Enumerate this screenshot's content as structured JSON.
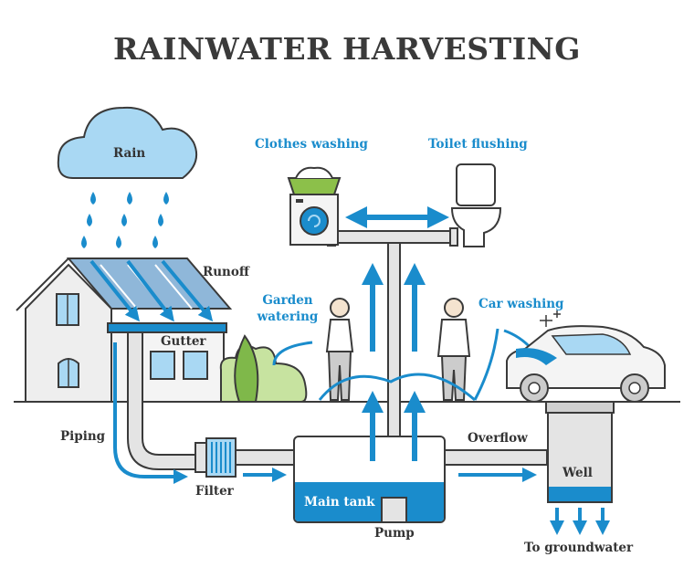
{
  "title": "RAINWATER HARVESTING",
  "labels": {
    "rain": "Rain",
    "runoff": "Runoff",
    "gutter": "Gutter",
    "piping": "Piping",
    "filter": "Filter",
    "main_tank": "Main tank",
    "pump": "Pump",
    "overflow": "Overflow",
    "well": "Well",
    "to_groundwater": "To groundwater",
    "clothes_washing": "Clothes washing",
    "toilet_flushing": "Toilet flushing",
    "garden_watering_1": "Garden",
    "garden_watering_2": "watering",
    "car_washing": "Car washing"
  },
  "colors": {
    "water_blue": "#1a8ccc",
    "light_blue": "#a9d8f3",
    "outline": "#3a3a3a",
    "pipe_gray": "#e4e4e4",
    "bush_green": "#7fb84a",
    "bush_light": "#c7e3a0",
    "roof_blue": "#8fb7d9",
    "basket_green": "#8cc04a"
  }
}
